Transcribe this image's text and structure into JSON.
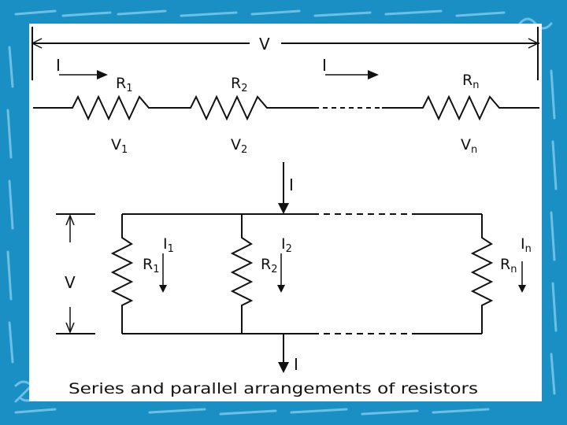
{
  "colors": {
    "background": "#1a8fc4",
    "border_light": "#7cc8ea",
    "panel": "#ffffff",
    "ink": "#111111"
  },
  "series_circuit": {
    "total_voltage": "V",
    "current_left": "I",
    "current_right": "I",
    "resistors": [
      {
        "name": "R",
        "sub": "1",
        "voltage": "V",
        "voltage_sub": "1"
      },
      {
        "name": "R",
        "sub": "2",
        "voltage": "V",
        "voltage_sub": "2"
      },
      {
        "name": "R",
        "sub": "n",
        "voltage": "V",
        "voltage_sub": "n"
      }
    ]
  },
  "parallel_circuit": {
    "voltage": "V",
    "current_in": "I",
    "current_out": "I",
    "branches": [
      {
        "current": "I",
        "current_sub": "1",
        "resistor": "R",
        "resistor_sub": "1"
      },
      {
        "current": "I",
        "current_sub": "2",
        "resistor": "R",
        "resistor_sub": "2"
      },
      {
        "current": "I",
        "current_sub": "n",
        "resistor": "R",
        "resistor_sub": "n"
      }
    ]
  },
  "caption": "Series and parallel arrangements of resistors"
}
